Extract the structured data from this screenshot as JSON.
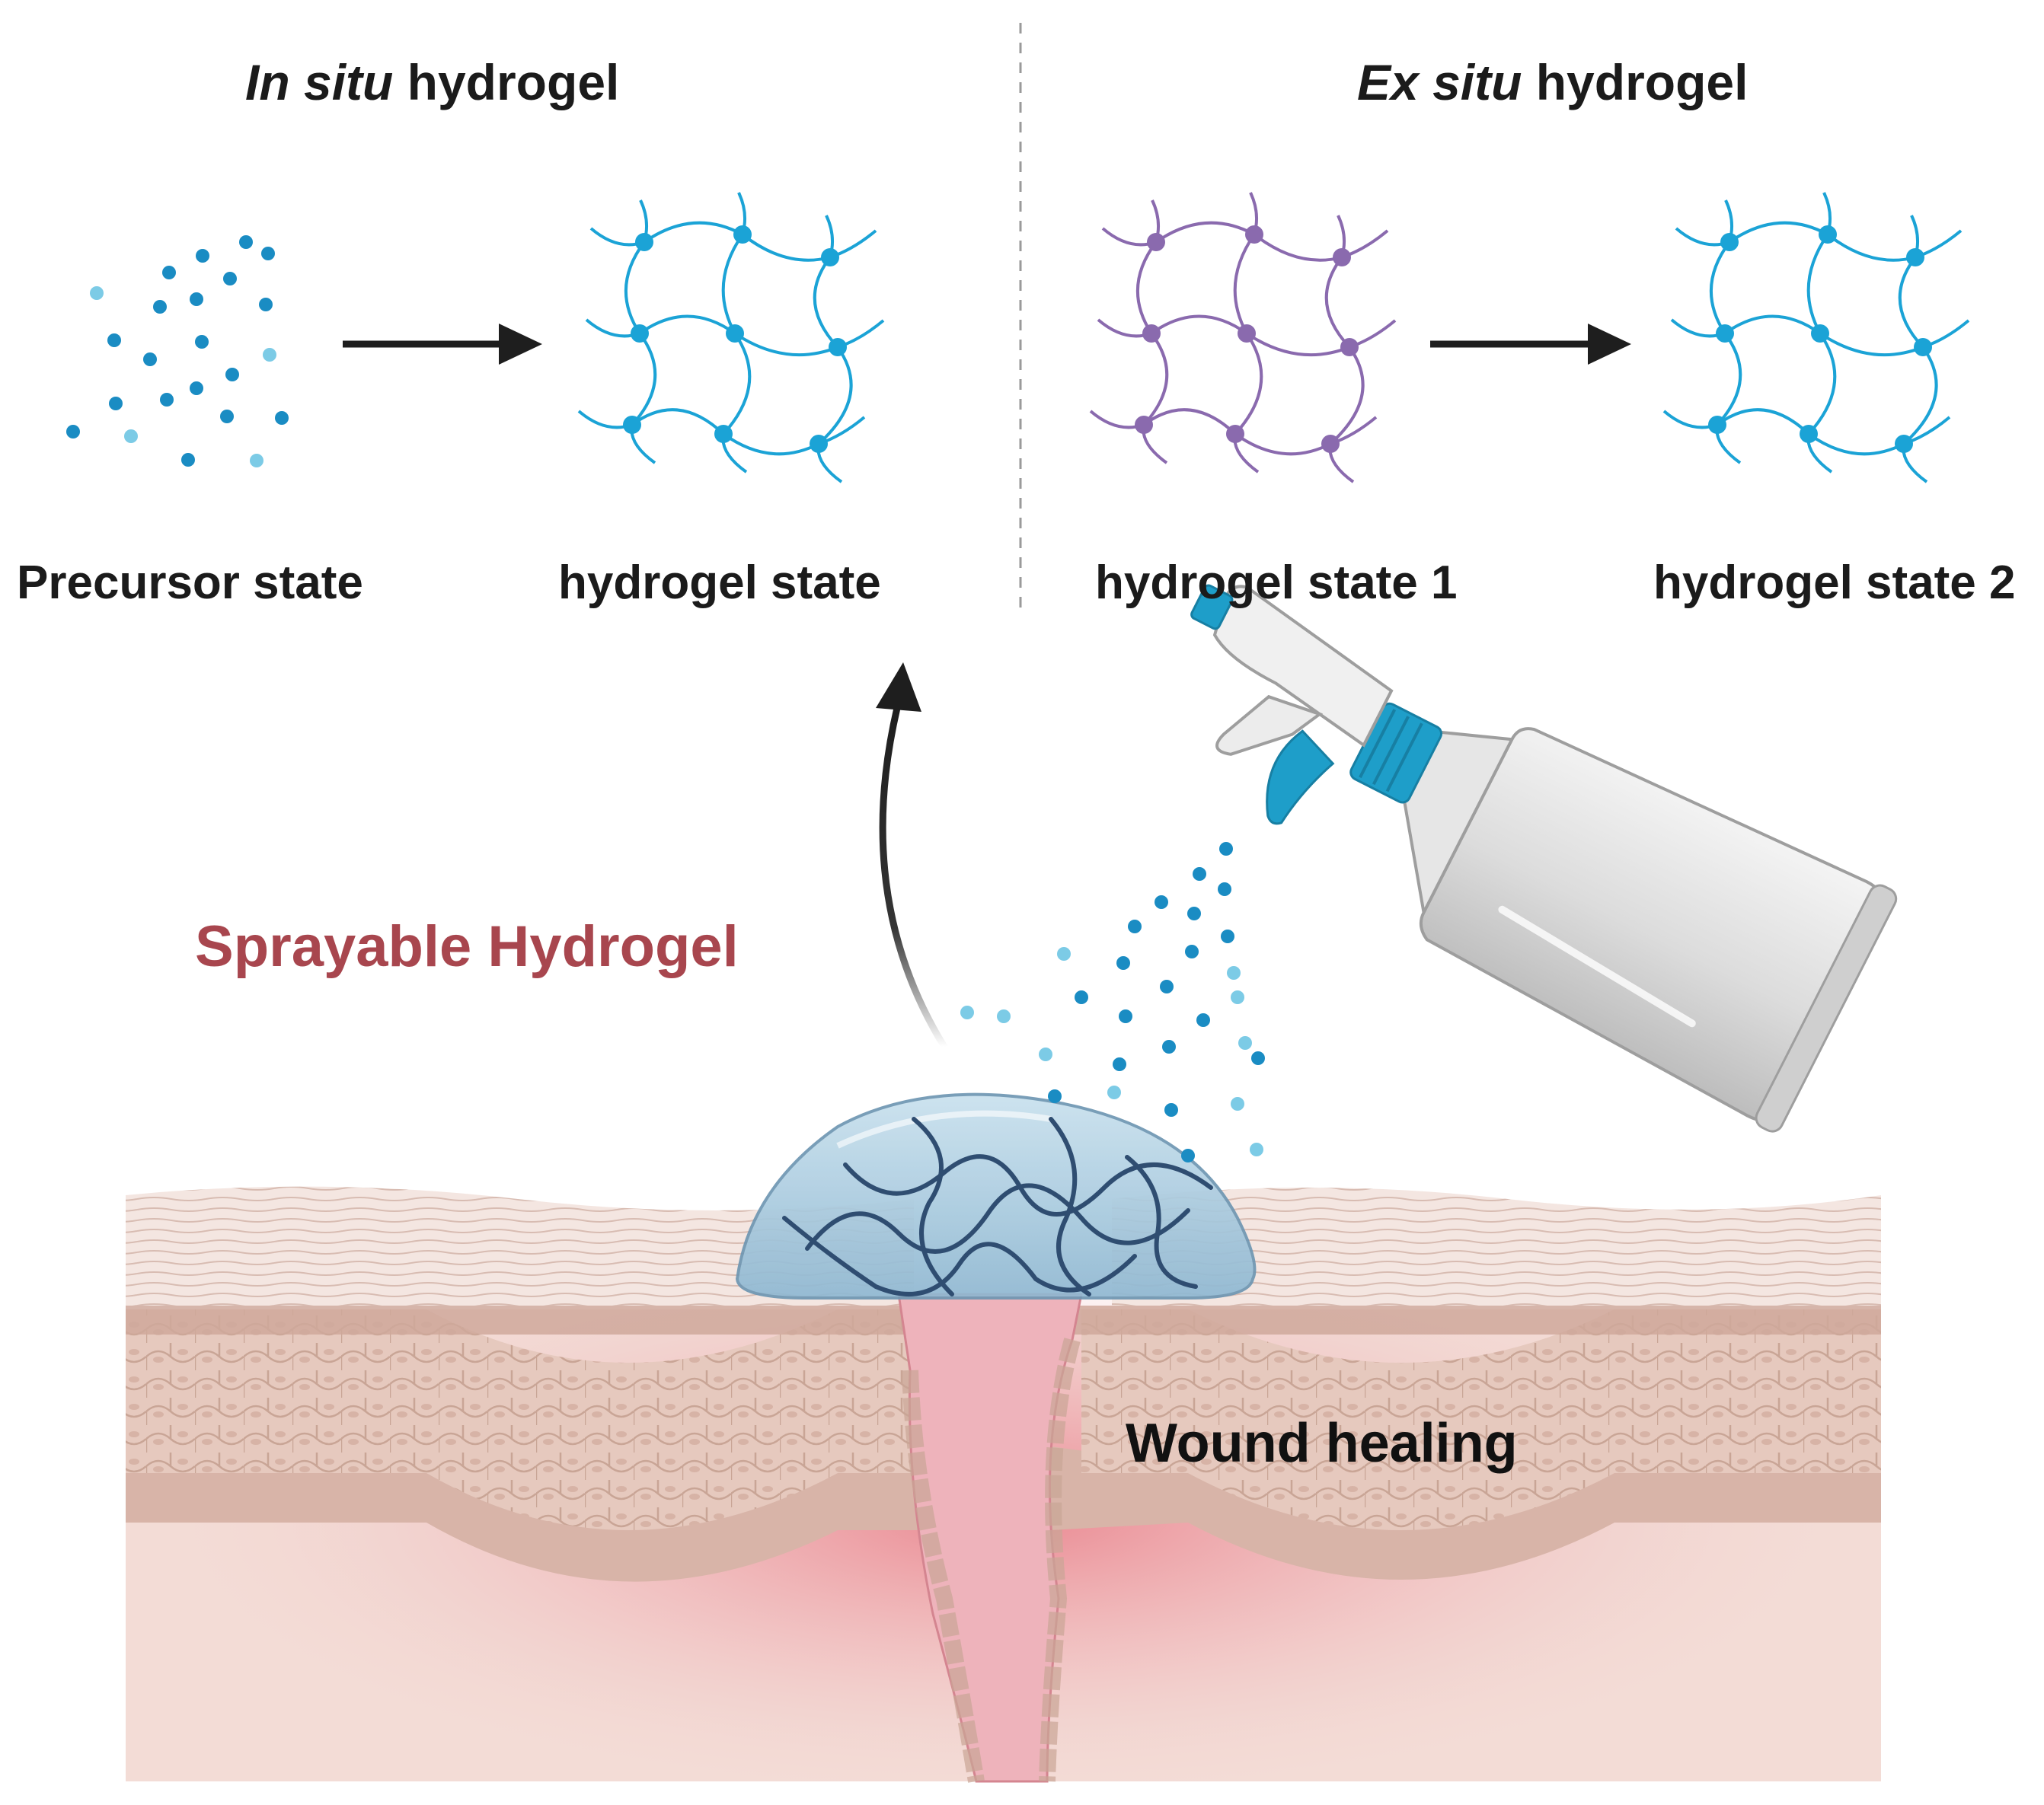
{
  "in_situ": {
    "title_italic": "In situ",
    "title_rest": " hydrogel",
    "left_label": "Precursor state",
    "right_label": "hydrogel state"
  },
  "ex_situ": {
    "title_italic": "Ex situ",
    "title_rest": " hydrogel",
    "left_label": "hydrogel state 1",
    "right_label": "hydrogel state 2"
  },
  "center_label": "Sprayable Hydrogel",
  "wound_label": "Wound healing",
  "colors": {
    "network_blue": "#1ba3d6",
    "network_purple": "#8a6aae",
    "precursor_dark": "#1a8cc3",
    "precursor_light": "#7ccbe6",
    "sprayable_label": "#a8464e",
    "arrow": "#1e1e1e",
    "bottle_cap": "#1e9ec9",
    "skin_base": "#f3dcd6",
    "wound_channel": "#eeb3bb"
  }
}
